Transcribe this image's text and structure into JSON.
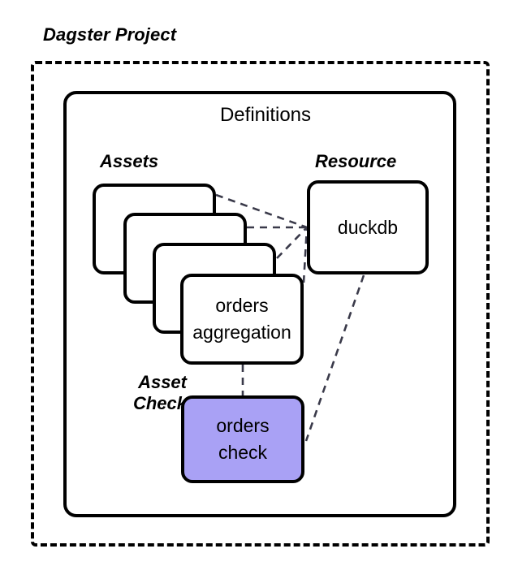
{
  "diagram": {
    "title": "Dagster Project",
    "container": {
      "label": "Definitions"
    },
    "groups": {
      "assets_label": "Assets",
      "resource_label": "Resource",
      "asset_check_label_line1": "Asset",
      "asset_check_label_line2": "Check"
    },
    "nodes": {
      "asset_stack": [
        {
          "label": ""
        },
        {
          "label": ""
        },
        {
          "label": ""
        }
      ],
      "asset_orders_line1": "orders",
      "asset_orders_line2": "aggregation",
      "resource_duckdb": "duckdb",
      "asset_check_line1": "orders",
      "asset_check_line2": "check"
    },
    "colors": {
      "stroke": "#000000",
      "background": "#FFFFFF",
      "asset_check_fill": "#A9A1F5",
      "connector": "#3A3A4A"
    }
  }
}
